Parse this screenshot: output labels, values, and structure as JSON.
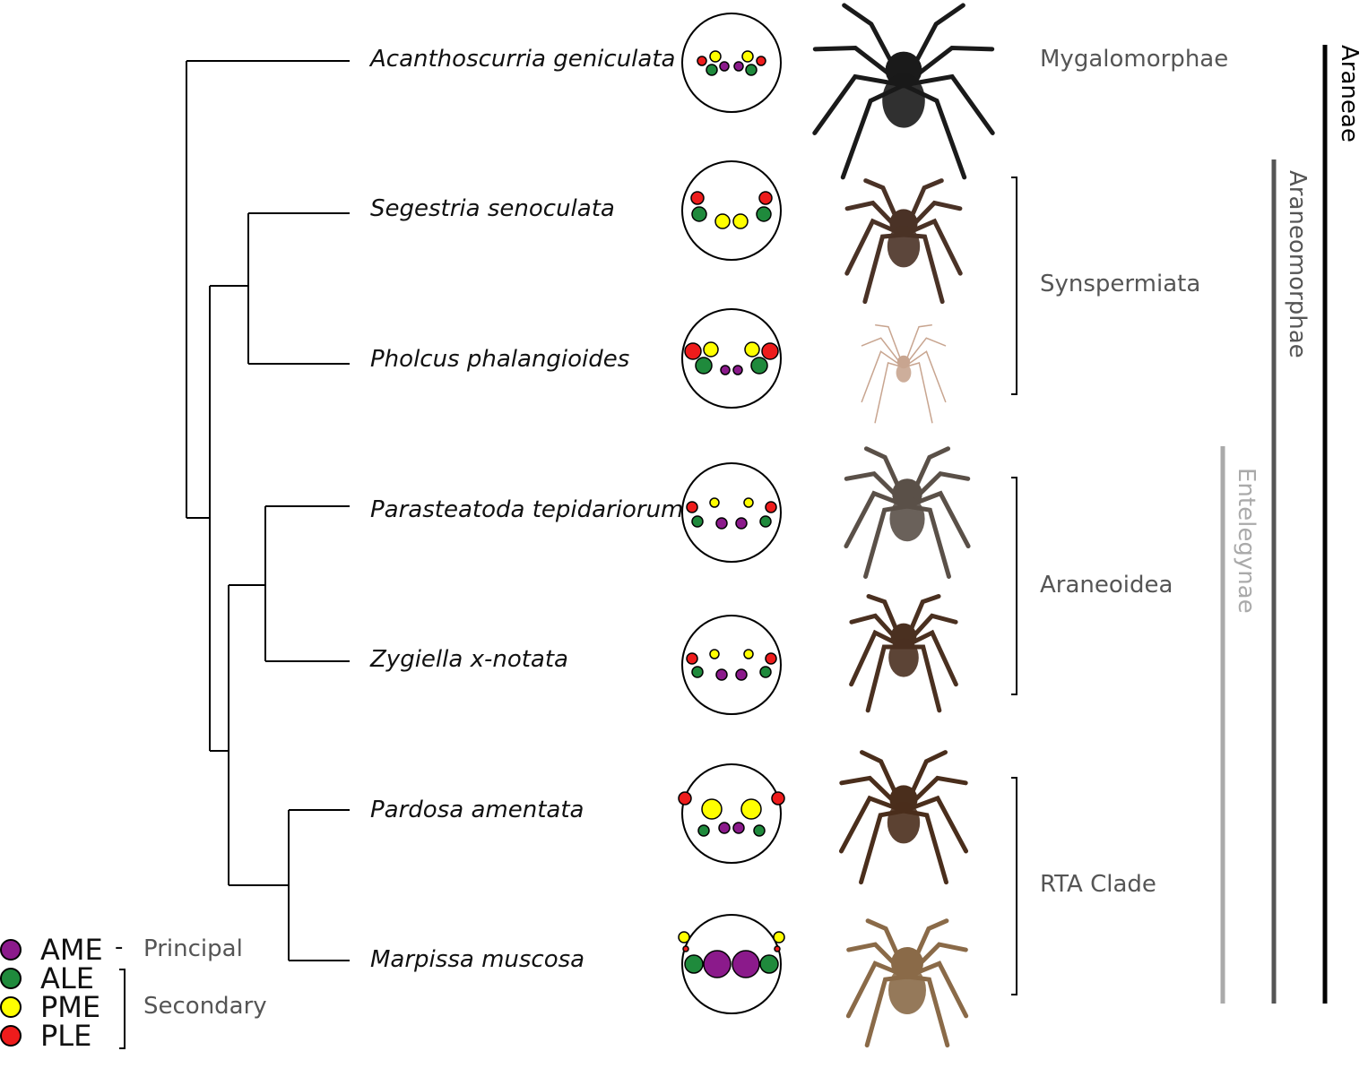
{
  "species": [
    {
      "name": "Acanthoscurria geniculata",
      "photo_color": "#1a1a1a"
    },
    {
      "name": "Segestria senoculata",
      "photo_color": "#4a3226"
    },
    {
      "name": "Pholcus phalangioides",
      "photo_color": "#c8a590"
    },
    {
      "name": "Parasteatoda tepidariorum",
      "photo_color": "#5a5048"
    },
    {
      "name": "Zygiella x-notata",
      "photo_color": "#4a3020"
    },
    {
      "name": "Pardosa amentata",
      "photo_color": "#4a2e1c"
    },
    {
      "name": "Marpissa muscosa",
      "photo_color": "#8a6a48"
    }
  ],
  "clades": {
    "mygalomorphae": "Mygalomorphae",
    "synspermiata": "Synspermiata",
    "araneoidea": "Araneoidea",
    "rta": "RTA Clade",
    "araneae": "Araneae",
    "araneomorphae": "Araneomorphae",
    "entelegynae": "Entelegynae"
  },
  "legend": {
    "items": [
      {
        "label": "AME",
        "color": "#8b1a8b"
      },
      {
        "label": "ALE",
        "color": "#1f8a3c"
      },
      {
        "label": "PME",
        "color": "#ffff00"
      },
      {
        "label": "PLE",
        "color": "#ee1c1c"
      }
    ],
    "dash": "-",
    "principal": "Principal",
    "secondary": "Secondary"
  }
}
